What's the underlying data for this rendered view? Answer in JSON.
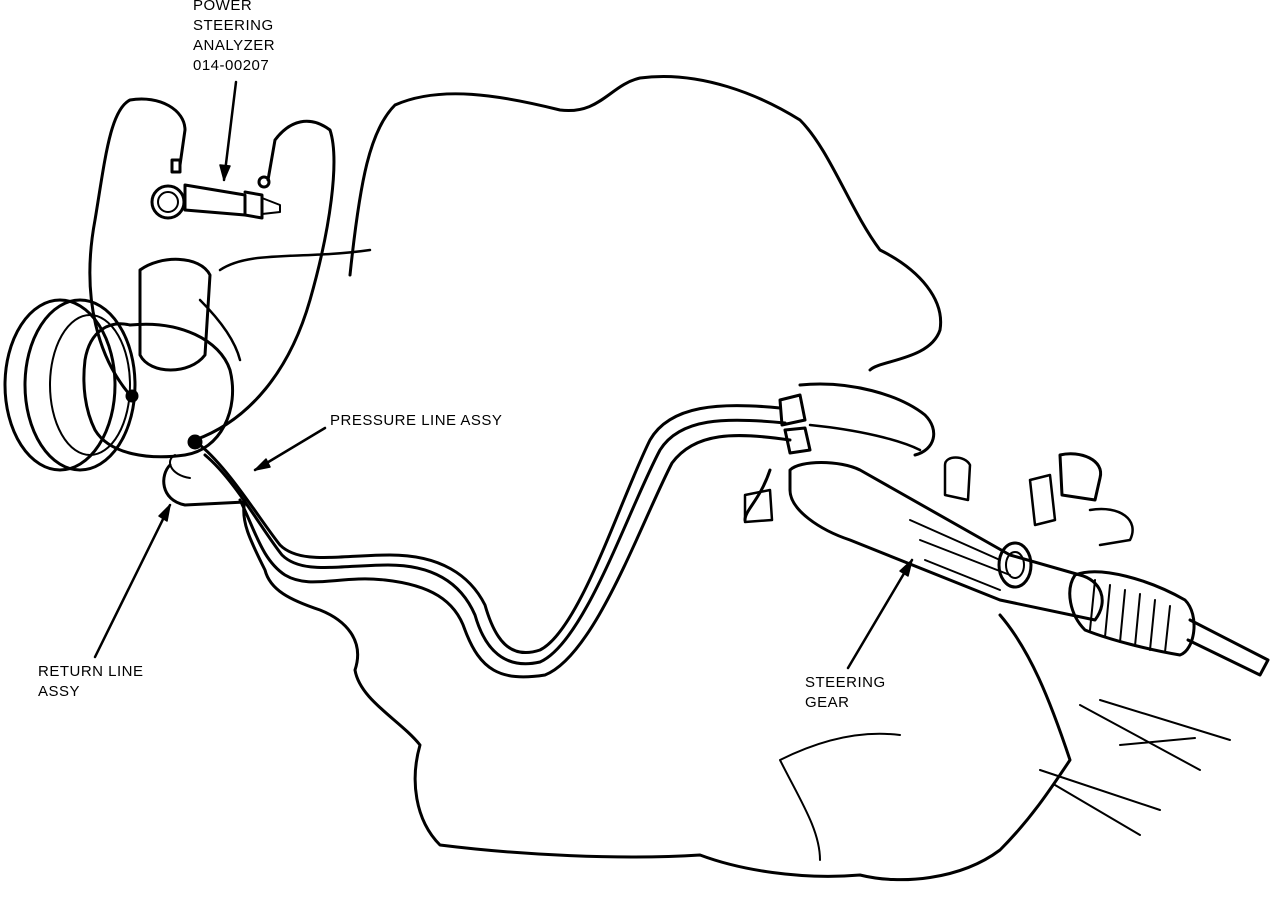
{
  "labels": {
    "analyzer": [
      "POWER",
      "STEERING",
      "ANALYZER",
      "014-00207"
    ],
    "pressure_line": "PRESSURE LINE ASSY",
    "return_line": [
      "RETURN LINE",
      "ASSY"
    ],
    "steering_gear": [
      "STEERING",
      "GEAR"
    ]
  },
  "colors": {
    "ink": "#000000",
    "paper": "#ffffff"
  }
}
